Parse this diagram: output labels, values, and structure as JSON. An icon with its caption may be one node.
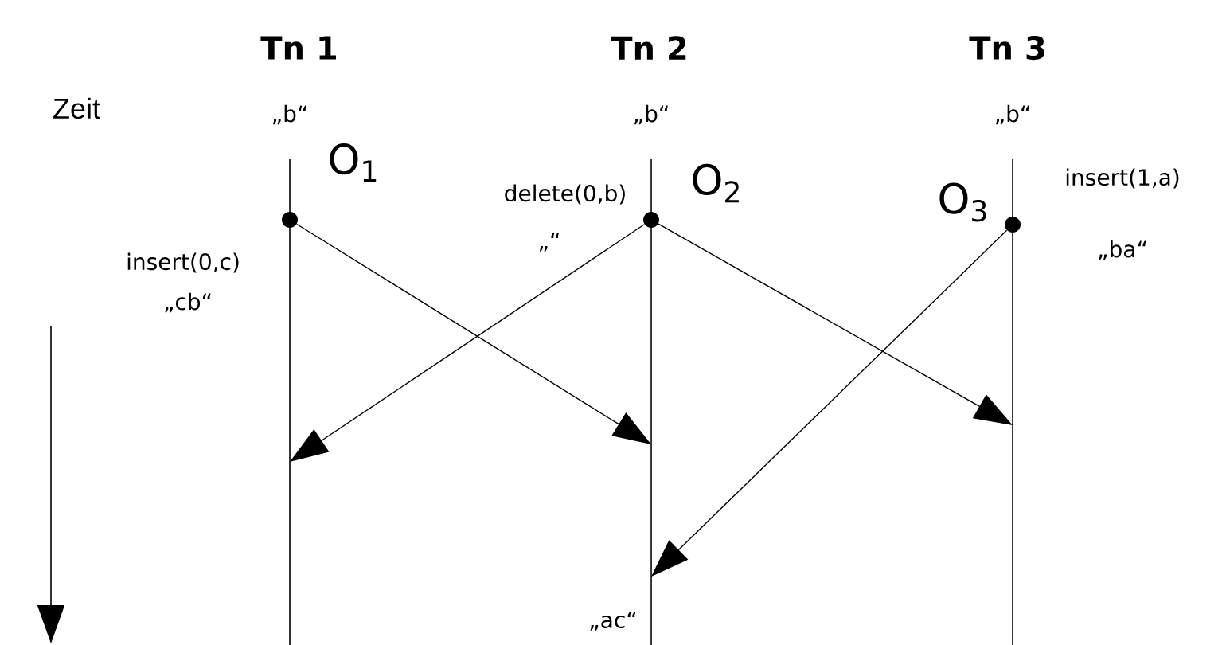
{
  "diagram": {
    "nodes": [
      {
        "text": [],
        "shape": "circle",
        "beside": [
          "O$_{1}$",
          "insert(0,c)",
          "„cb“"
        ]
      },
      {
        "text": [],
        "shape": "circle",
        "beside": [
          "O$_{2}$",
          "delete(0,b)",
          "„“"
        ]
      },
      {
        "text": [],
        "shape": "circle",
        "beside": [
          "O$_{3}$",
          "insert(1,a)",
          "„ba“"
        ]
      }
    ],
    "edges": [
      {
        "from": 0,
        "to": null,
        "arrow": "to"
      },
      {
        "from": 1,
        "to": null,
        "arrow": "to"
      },
      {
        "from": 1,
        "to": null,
        "arrow": "to"
      },
      {
        "from": 2,
        "to": null,
        "arrow": "to"
      }
    ],
    "labels": [
      "Tn 1",
      "Tn 2",
      "Tn 3",
      "Zeit",
      "„b“",
      "„b“",
      "„b“",
      "„ac“"
    ]
  }
}
